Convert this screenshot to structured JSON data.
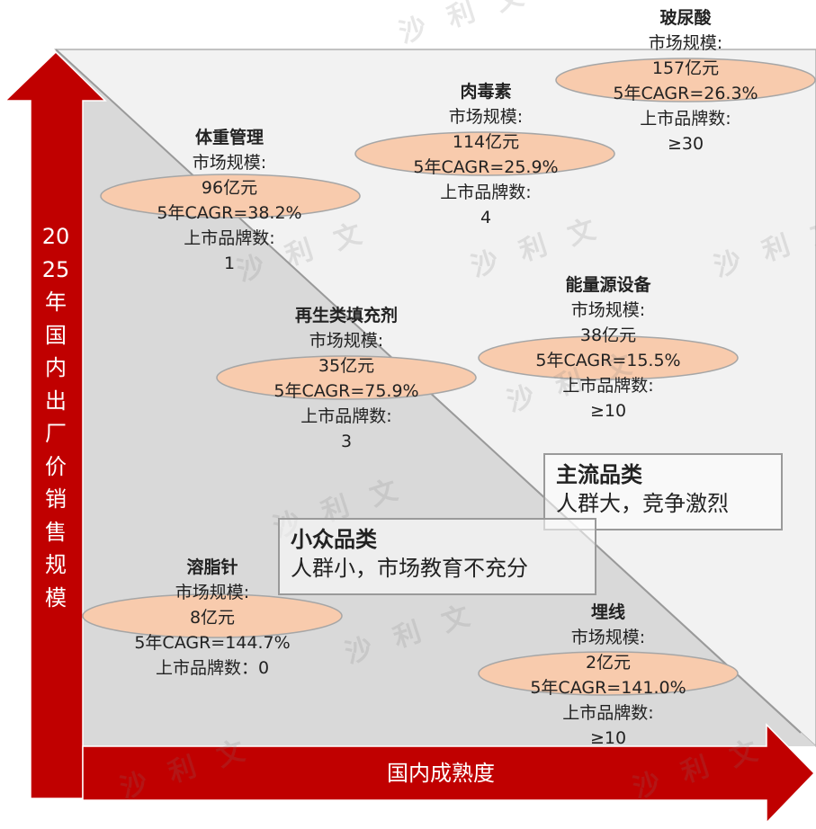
{
  "axes": {
    "y_label": "2025年国内出厂价销售规模",
    "x_label": "国内成熟度"
  },
  "boxes": {
    "mainstream": {
      "title": "主流品类",
      "desc": "人群大，竞争激烈"
    },
    "niche": {
      "title": "小众品类",
      "desc": "人群小，市场教育不充分"
    }
  },
  "items": [
    {
      "name": "玻尿酸",
      "l1": "市场规模:",
      "l2": "157亿元",
      "l3": "5年CAGR=26.3%",
      "l4": "上市品牌数:",
      "l5": "≥30"
    },
    {
      "name": "肉毒素",
      "l1": "市场规模:",
      "l2": "114亿元",
      "l3": "5年CAGR=25.9%",
      "l4": "上市品牌数:",
      "l5": "4"
    },
    {
      "name": "体重管理",
      "l1": "市场规模:",
      "l2": "96亿元",
      "l3": "5年CAGR=38.2%",
      "l4": "上市品牌数:",
      "l5": "1"
    },
    {
      "name": "能量源设备",
      "l1": "市场规模:",
      "l2": "38亿元",
      "l3": "5年CAGR=15.5%",
      "l4": "上市品牌数:",
      "l5": "≥10"
    },
    {
      "name": "再生类填充剂",
      "l1": "市场规模:",
      "l2": "35亿元",
      "l3": "5年CAGR=75.9%",
      "l4": "上市品牌数:",
      "l5": "3"
    },
    {
      "name": "溶脂针",
      "l1": "市场规模:",
      "l2": "8亿元",
      "l3": "5年CAGR=144.7%",
      "l4": "上市品牌数：0",
      "l5": ""
    },
    {
      "name": "埋线",
      "l1": "市场规模:",
      "l2": "2亿元",
      "l3": "5年CAGR=141.0%",
      "l4": "上市品牌数:",
      "l5": "≥10"
    }
  ],
  "watermark": "沙 利 文",
  "colors": {
    "arrow": "#c00000",
    "ellipse_fill": "#f8cbad",
    "upper_region": "#f2f2f2",
    "lower_region": "#d9d9d9"
  }
}
